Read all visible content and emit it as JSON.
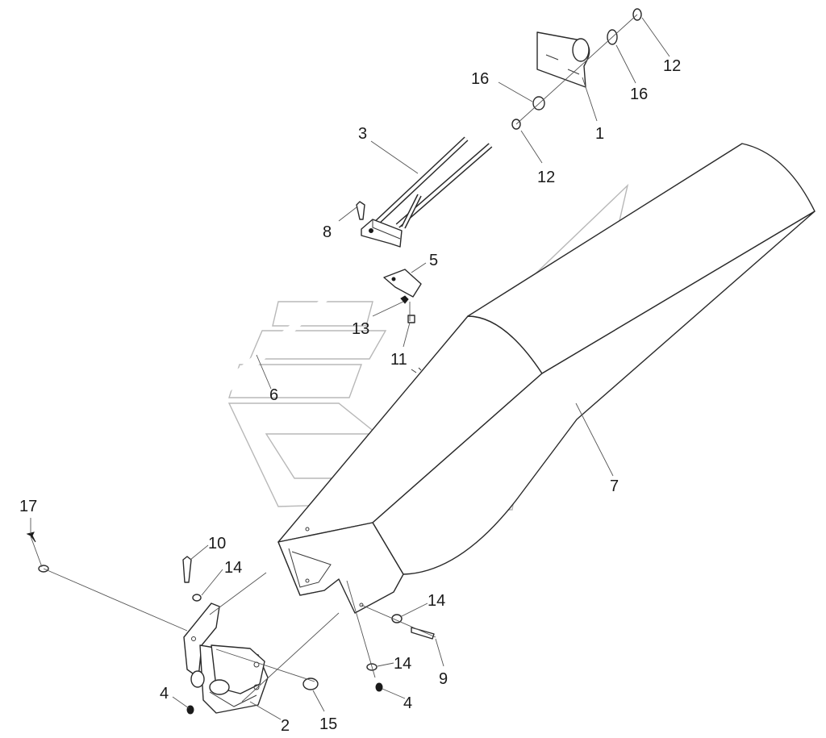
{
  "diagram": {
    "callouts": [
      {
        "id": "c1",
        "text": "1"
      },
      {
        "id": "c2",
        "text": "2"
      },
      {
        "id": "c3",
        "text": "3"
      },
      {
        "id": "c4a",
        "text": "4"
      },
      {
        "id": "c4b",
        "text": "4"
      },
      {
        "id": "c5",
        "text": "5"
      },
      {
        "id": "c6",
        "text": "6"
      },
      {
        "id": "c7",
        "text": "7"
      },
      {
        "id": "c8",
        "text": "8"
      },
      {
        "id": "c9",
        "text": "9"
      },
      {
        "id": "c10",
        "text": "10"
      },
      {
        "id": "c11",
        "text": "11"
      },
      {
        "id": "c12a",
        "text": "12"
      },
      {
        "id": "c12b",
        "text": "12"
      },
      {
        "id": "c13",
        "text": "13"
      },
      {
        "id": "c14a",
        "text": "14"
      },
      {
        "id": "c14b",
        "text": "14"
      },
      {
        "id": "c14c",
        "text": "14"
      },
      {
        "id": "c15",
        "text": "15"
      },
      {
        "id": "c16a",
        "text": "16"
      },
      {
        "id": "c16b",
        "text": "16"
      },
      {
        "id": "c17",
        "text": "17"
      }
    ]
  }
}
